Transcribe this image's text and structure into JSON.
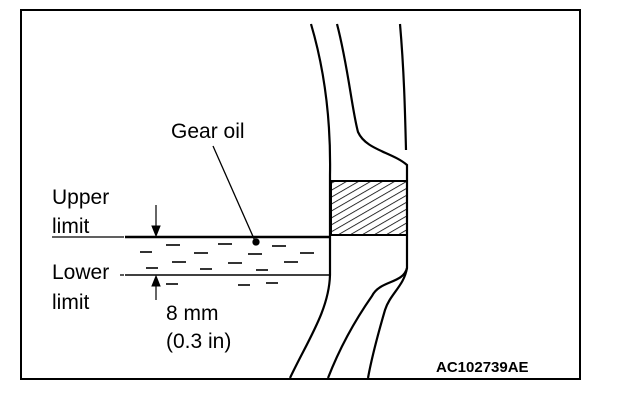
{
  "labels": {
    "gear_oil": "Gear oil",
    "upper_line1": "Upper",
    "upper_line2": "limit",
    "lower_line1": "Lower",
    "lower_line2": "limit",
    "dimension_mm": "8 mm",
    "dimension_in": "(0.3 in)",
    "figure_code": "AC102739AE"
  },
  "colors": {
    "ink": "#000000",
    "paper": "#ffffff"
  }
}
